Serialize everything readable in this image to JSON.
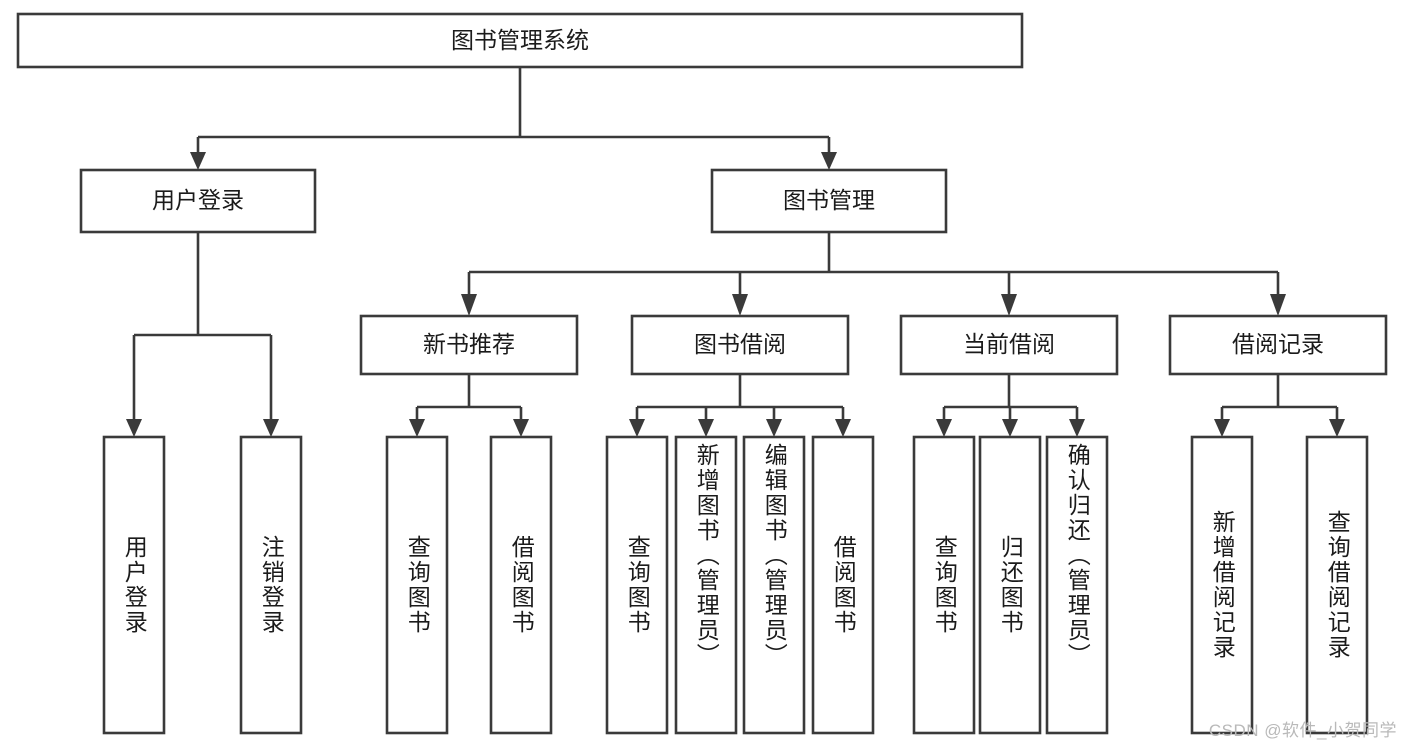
{
  "diagram": {
    "type": "tree",
    "title": "图书管理系统",
    "orientation": "top-down",
    "colors": {
      "box_stroke": "#3a3a3a",
      "box_fill": "#ffffff",
      "connector": "#3a3a3a",
      "text": "#1b1b1b",
      "watermark": "#b9b9b9",
      "background": "#ffffff"
    },
    "root": {
      "label": "图书管理系统",
      "level": 1
    },
    "level2": [
      {
        "label": "用户登录",
        "id": "user-login"
      },
      {
        "label": "图书管理",
        "id": "book-management"
      }
    ],
    "level3": [
      {
        "label": "新书推荐",
        "id": "new-book-recommend",
        "parent": "book-management"
      },
      {
        "label": "图书借阅",
        "id": "book-borrow",
        "parent": "book-management"
      },
      {
        "label": "当前借阅",
        "id": "current-borrow",
        "parent": "book-management"
      },
      {
        "label": "借阅记录",
        "id": "borrow-record",
        "parent": "book-management"
      }
    ],
    "leaves": [
      {
        "label": "用户登录",
        "id": "leaf-user-login",
        "parent": "user-login"
      },
      {
        "label": "注销登录",
        "id": "leaf-logout",
        "parent": "user-login"
      },
      {
        "label": "查询图书",
        "id": "leaf-query-book-1",
        "parent": "new-book-recommend"
      },
      {
        "label": "借阅图书",
        "id": "leaf-borrow-book-1",
        "parent": "new-book-recommend"
      },
      {
        "label": "查询图书",
        "id": "leaf-query-book-2",
        "parent": "book-borrow"
      },
      {
        "label": "新增图书（管理员）",
        "id": "leaf-add-book-admin",
        "parent": "book-borrow"
      },
      {
        "label": "编辑图书（管理员）",
        "id": "leaf-edit-book-admin",
        "parent": "book-borrow"
      },
      {
        "label": "借阅图书",
        "id": "leaf-borrow-book-2",
        "parent": "book-borrow"
      },
      {
        "label": "查询图书",
        "id": "leaf-query-book-3",
        "parent": "current-borrow"
      },
      {
        "label": "归还图书",
        "id": "leaf-return-book",
        "parent": "current-borrow"
      },
      {
        "label": "确认归还（管理员）",
        "id": "leaf-confirm-return-admin",
        "parent": "current-borrow"
      },
      {
        "label": "新增借阅记录",
        "id": "leaf-add-borrow-record",
        "parent": "borrow-record"
      },
      {
        "label": "查询借阅记录",
        "id": "leaf-query-borrow-record",
        "parent": "borrow-record"
      }
    ]
  },
  "watermark": {
    "text": "CSDN @软件_小贺同学"
  }
}
